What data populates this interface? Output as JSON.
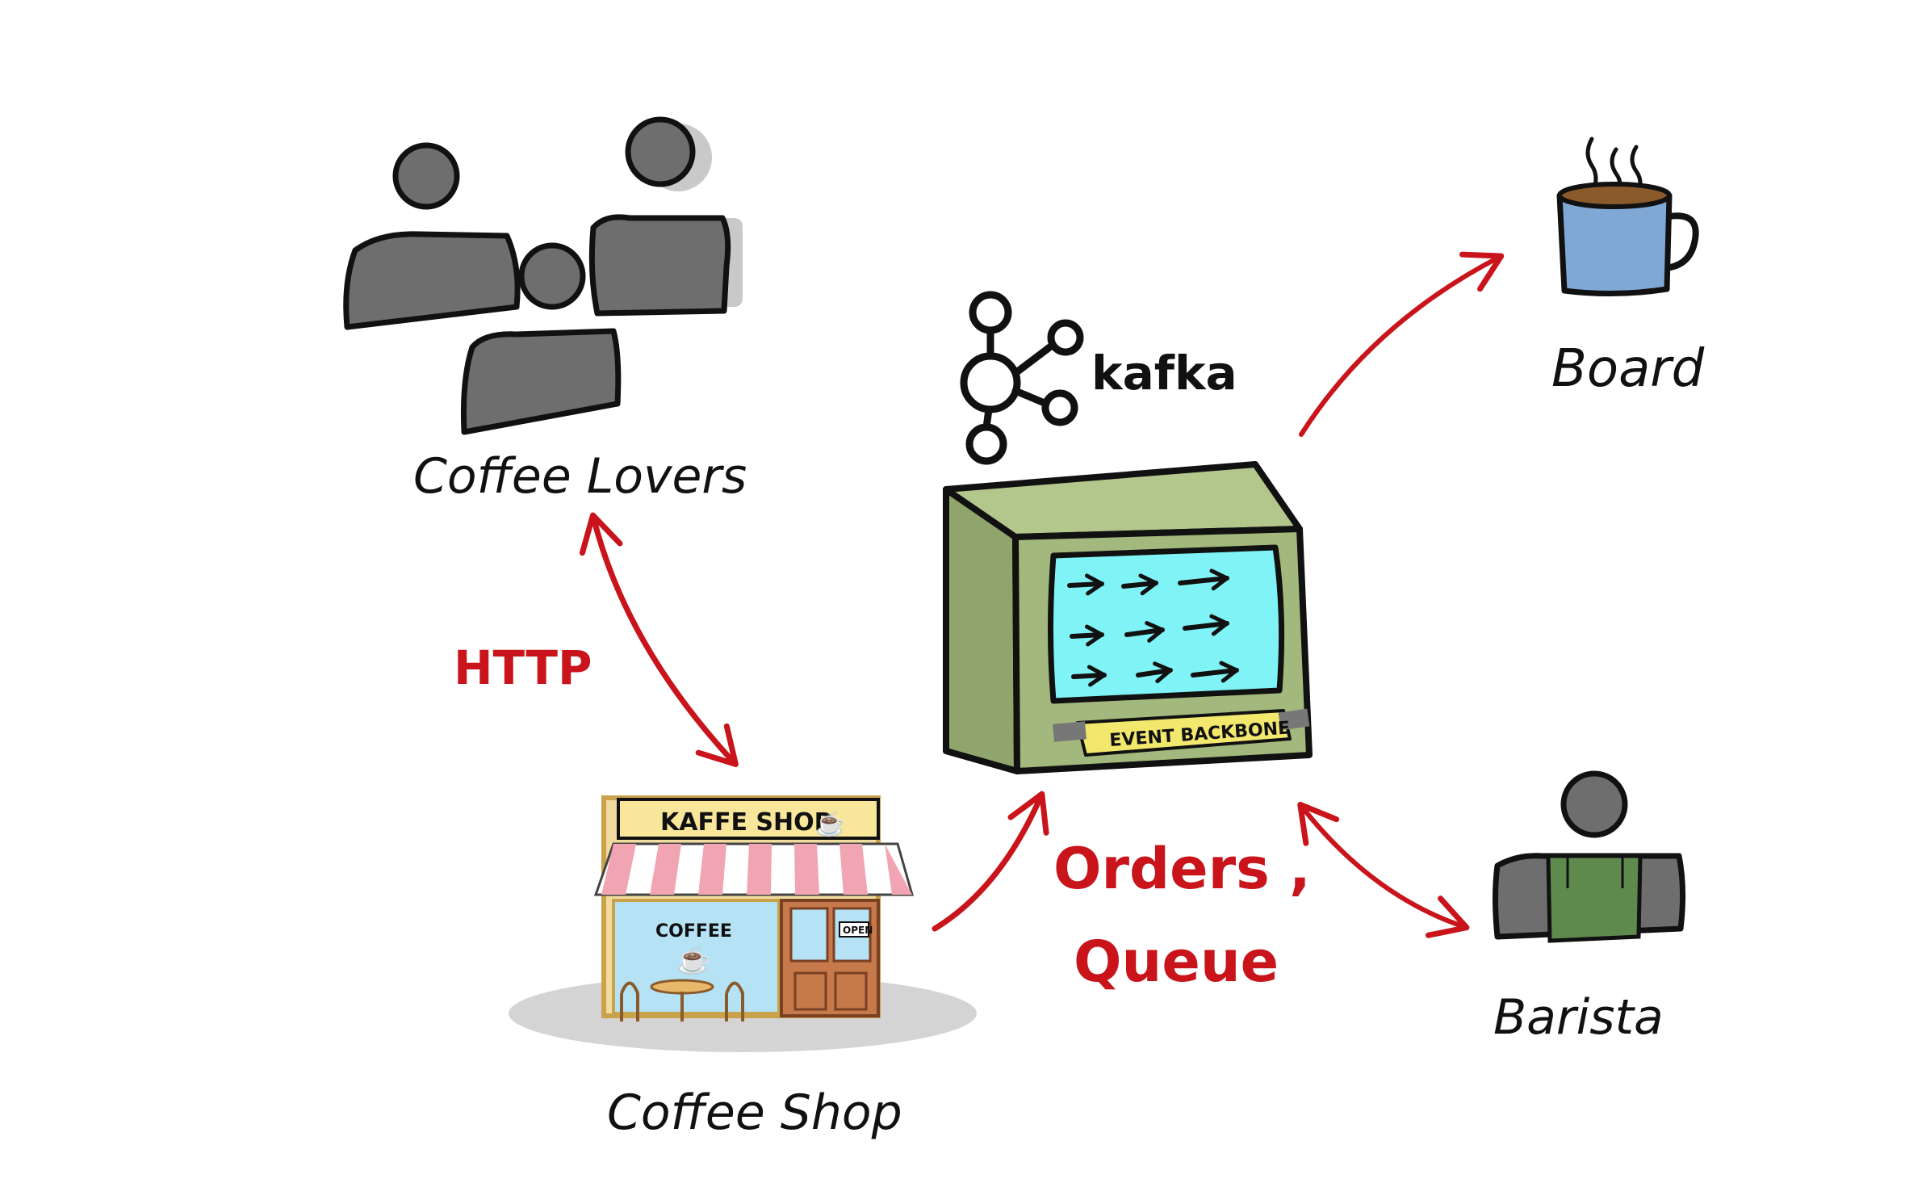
{
  "diagram": {
    "nodes": {
      "coffee_lovers": {
        "label": "Coffee Lovers"
      },
      "coffee_shop": {
        "label": "Coffee Shop",
        "sign_text": "KAFFE SHOP",
        "window_text": "COFFEE",
        "door_sign": "OPEN"
      },
      "kafka": {
        "logo_text": "kafka",
        "banner_text": "EVENT BACKBONE"
      },
      "board": {
        "label": "Board"
      },
      "barista": {
        "label": "Barista"
      }
    },
    "edges": {
      "http": {
        "label": "HTTP"
      },
      "orders_queue": {
        "label_line1": "Orders ,",
        "label_line2": "Queue"
      }
    }
  },
  "colors": {
    "arrow": "#c8141a",
    "person": "#6e6e6e",
    "kafka_box": "#a3b87c",
    "screen": "#7ff3f5",
    "mug": "#7fa8d4",
    "apron": "#5f8a4e",
    "banner": "#f2e86d"
  }
}
